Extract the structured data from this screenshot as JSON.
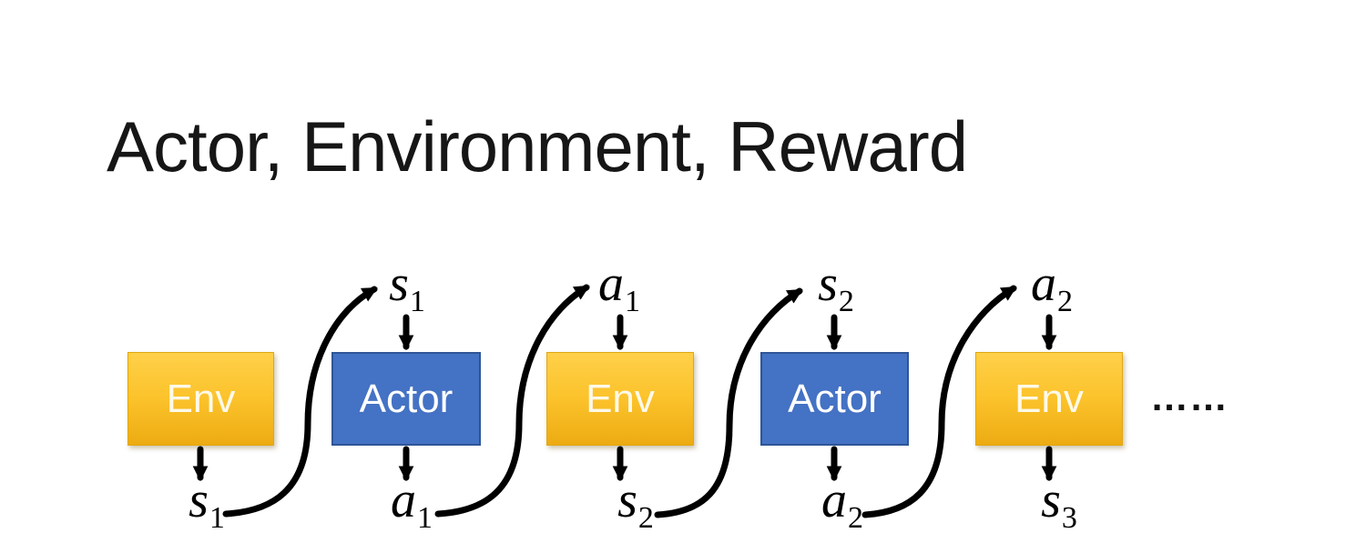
{
  "slide": {
    "title": "Actor, Environment, Reward",
    "ellipsis": "……"
  },
  "diagram": {
    "boxes": [
      {
        "name": "env-1",
        "label": "Env",
        "type": "environment"
      },
      {
        "name": "actor-1",
        "label": "Actor",
        "type": "actor"
      },
      {
        "name": "env-2",
        "label": "Env",
        "type": "environment"
      },
      {
        "name": "actor-2",
        "label": "Actor",
        "type": "actor"
      },
      {
        "name": "env-3",
        "label": "Env",
        "type": "environment"
      }
    ],
    "top_labels": [
      {
        "base": "s",
        "sub": "1"
      },
      {
        "base": "a",
        "sub": "1"
      },
      {
        "base": "s",
        "sub": "2"
      },
      {
        "base": "a",
        "sub": "2"
      }
    ],
    "bottom_labels": [
      {
        "base": "s",
        "sub": "1"
      },
      {
        "base": "a",
        "sub": "1"
      },
      {
        "base": "s",
        "sub": "2"
      },
      {
        "base": "a",
        "sub": "2"
      },
      {
        "base": "s",
        "sub": "3"
      }
    ],
    "colors": {
      "env_gradient_top": "#FED049",
      "env_gradient_bottom": "#EDAB12",
      "actor_fill": "#4472C4",
      "actor_border": "#2F5597",
      "arrow": "#000000",
      "background": "#FFFFFF",
      "title": "#161616"
    }
  }
}
